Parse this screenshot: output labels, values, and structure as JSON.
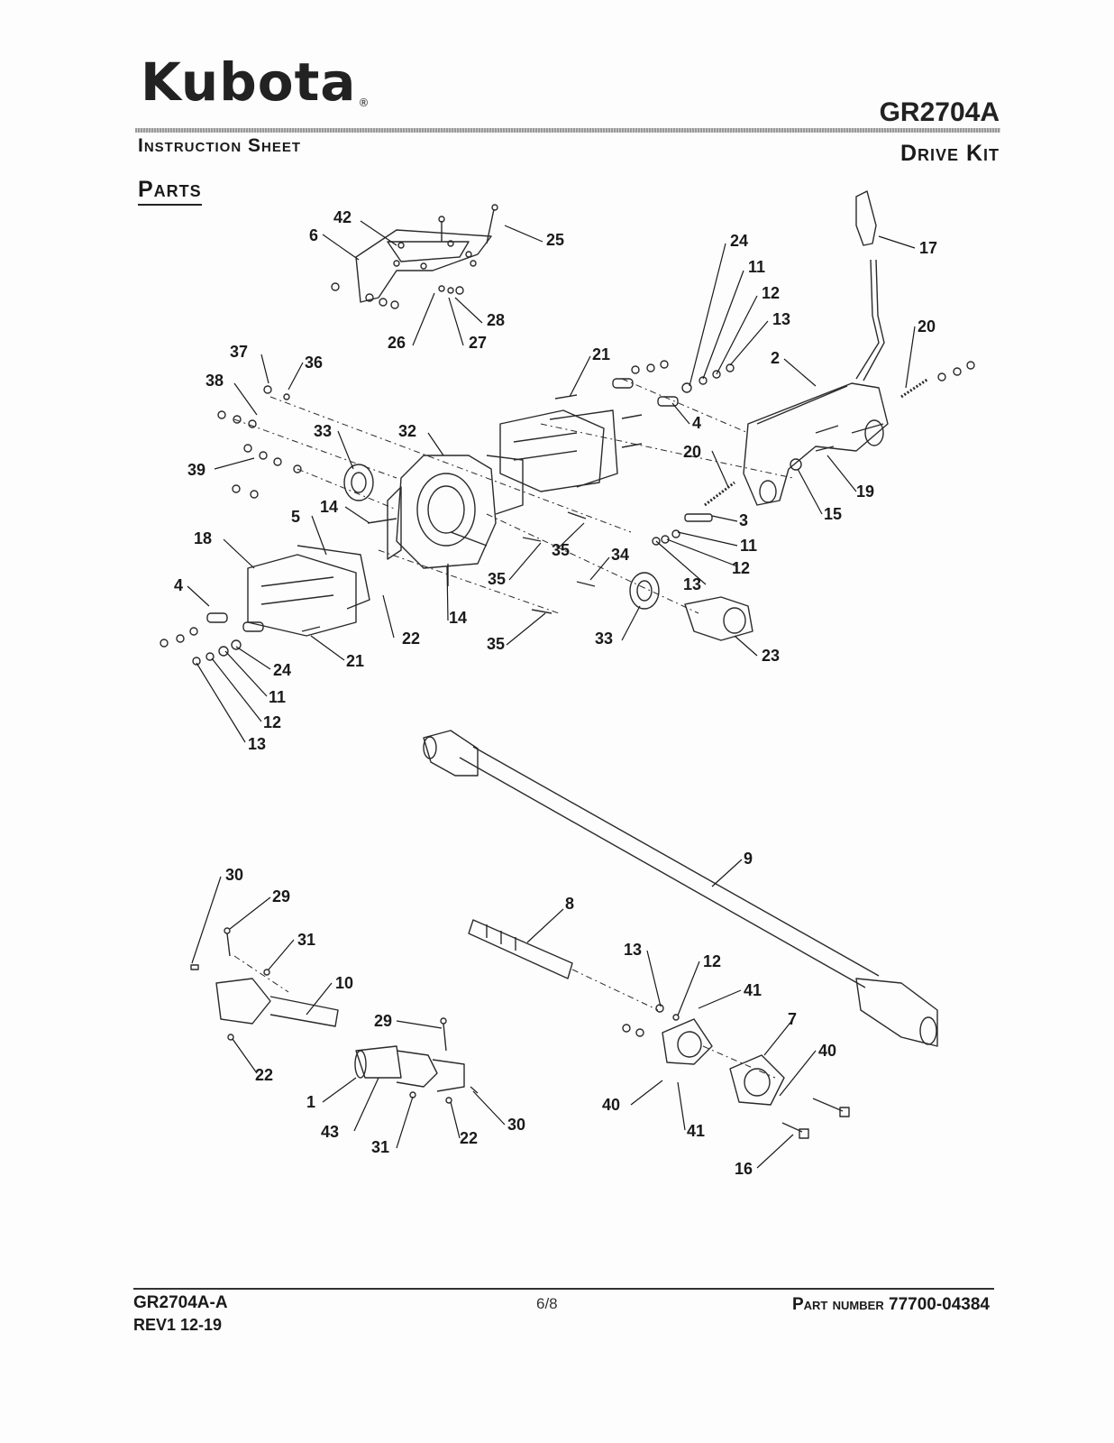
{
  "header": {
    "brand": "Kubota",
    "brand_mark": "®",
    "doc_code": "GR2704A",
    "sheet_type": "Instruction Sheet",
    "kit_name": "Drive Kit"
  },
  "section_title": "Parts",
  "callouts": [
    "1",
    "2",
    "3",
    "4",
    "5",
    "6",
    "7",
    "8",
    "9",
    "10",
    "11",
    "12",
    "13",
    "14",
    "15",
    "16",
    "17",
    "18",
    "19",
    "20",
    "21",
    "22",
    "23",
    "24",
    "25",
    "26",
    "27",
    "28",
    "29",
    "30",
    "31",
    "32",
    "33",
    "34",
    "35",
    "36",
    "37",
    "38",
    "39",
    "40",
    "41",
    "42",
    "43"
  ],
  "footer": {
    "doc_code": "GR2704A-A",
    "revision": "REV1 12-19",
    "page": "6/8",
    "part_number_label": "Part number",
    "part_number": "77700-04384"
  }
}
